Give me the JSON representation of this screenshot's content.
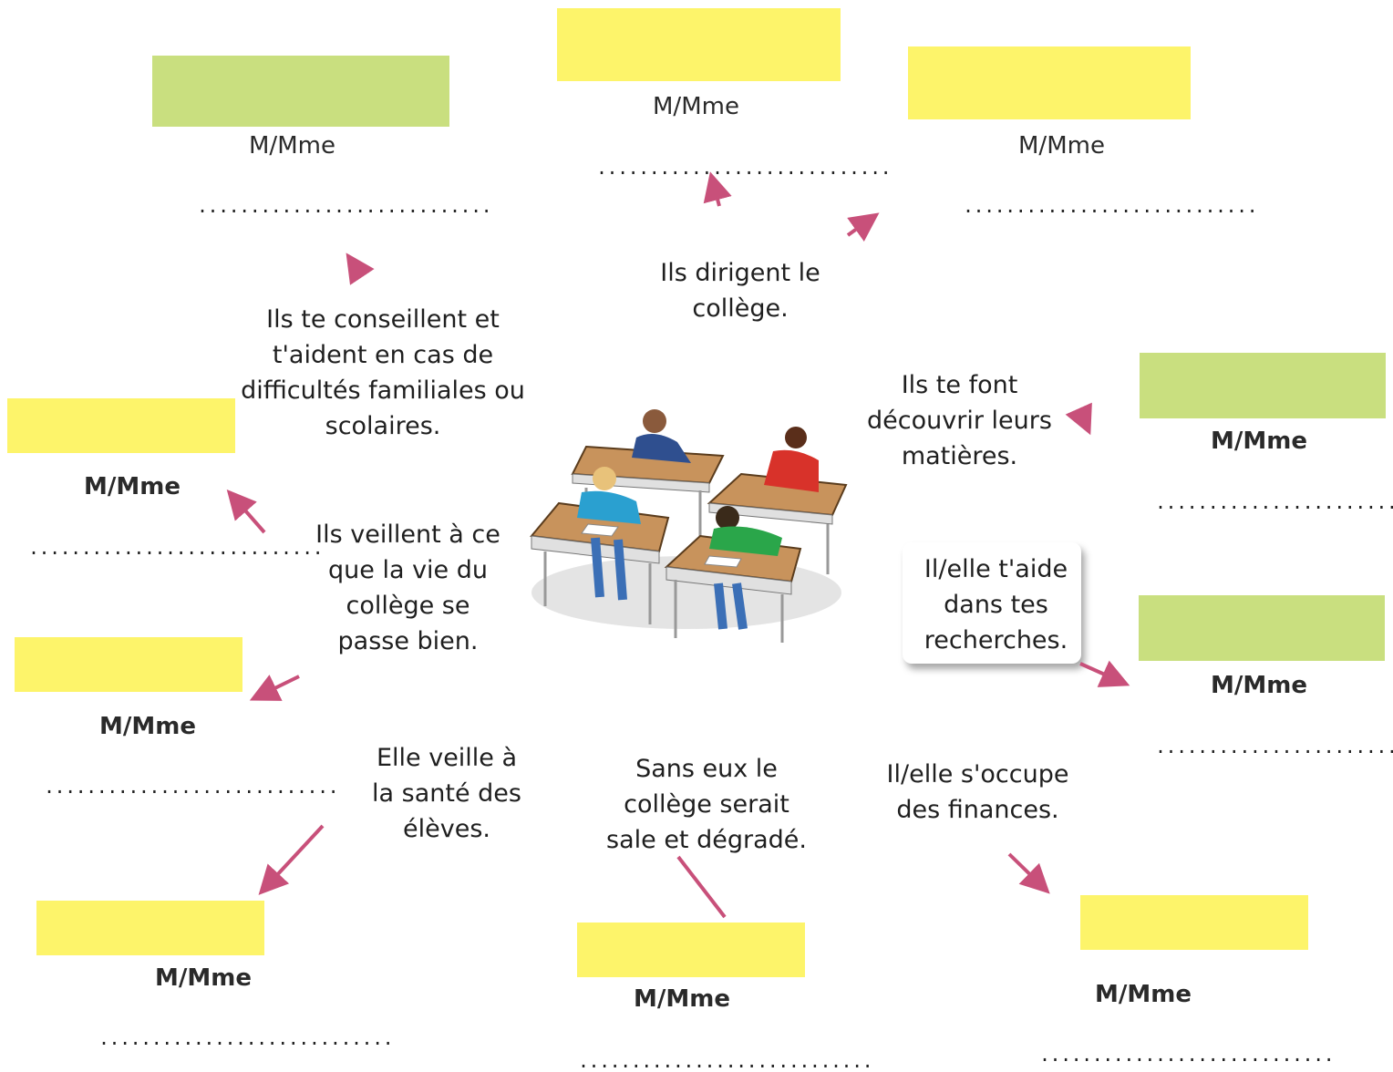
{
  "roles": [
    {
      "id": "conseillers",
      "salutation": "M/Mme",
      "blank": "............................",
      "color": "#c9df7f"
    },
    {
      "id": "direction",
      "salutation": "M/Mme",
      "blank": "............................",
      "color": "#fdf46a"
    },
    {
      "id": "direction2",
      "salutation": "M/Mme",
      "blank": "............................",
      "color": "#fdf46a"
    },
    {
      "id": "vie-scolaire",
      "salutation": "M/Mme",
      "blank": "............................",
      "color": "#fdf46a"
    },
    {
      "id": "professeurs",
      "salutation": "M/Mme",
      "blank": "............................",
      "color": "#c9df7f"
    },
    {
      "id": "surveillance",
      "salutation": "M/Mme",
      "blank": "............................",
      "color": "#fdf46a"
    },
    {
      "id": "documentaliste",
      "salutation": "M/Mme",
      "blank": "............................",
      "color": "#c9df7f"
    },
    {
      "id": "infirmiere",
      "salutation": "M/Mme",
      "blank": "............................",
      "color": "#fdf46a"
    },
    {
      "id": "agents",
      "salutation": "M/Mme",
      "blank": "............................",
      "color": "#fdf46a"
    },
    {
      "id": "gestionnaire",
      "salutation": "M/Mme",
      "blank": "............................",
      "color": "#fdf46a"
    }
  ],
  "descriptions": {
    "direction": "Ils dirigent le\ncollège.",
    "conseillers": "Ils te conseillent et\nt'aident en cas de\ndifficultés familiales ou\nscolaires.",
    "professeurs": "Ils te font\ndécouvrir  leurs\nmatières.",
    "vie_scolaire": "Ils veillent à ce\nque la vie du\ncollège se\npasse bien.",
    "documentaliste": "Il/elle t'aide\ndans tes\nrecherches.",
    "infirmiere": "Elle veille à\nla santé des\nélèves.",
    "agents": "Sans eux le\ncollège serait\nsale et dégradé.",
    "gestionnaire": "Il/elle s'occupe\ndes finances."
  },
  "illustration": "students-at-desks",
  "colors": {
    "yellow": "#fdf46a",
    "green": "#c9df7f",
    "arrow": "#c8507a"
  }
}
